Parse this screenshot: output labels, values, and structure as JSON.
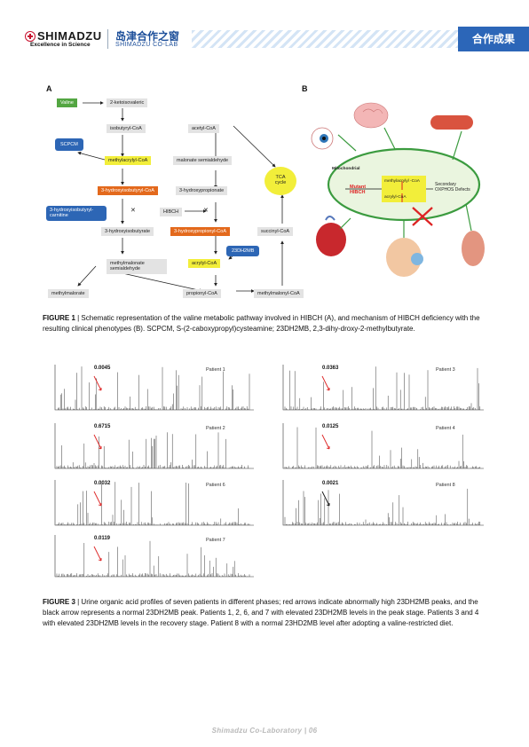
{
  "header": {
    "brand": "SHIMADZU",
    "tagline": "Excellence in Science",
    "lab_cn": "岛津合作之窗",
    "lab_en": "SHIMADZU CO-LAB",
    "badge": "合作成果"
  },
  "figure1": {
    "panel_a_label": "A",
    "panel_b_label": "B",
    "pathway": {
      "valine": "Valine",
      "ketoisovaleric": "2-ketoisovaleric",
      "isobutyryl_coa": "isobutyryl-CoA",
      "acetyl_coa": "acetyl-CoA",
      "scpcm": "SCPCM",
      "methylacrylyl_coa": "methylacrylyl-CoA",
      "malonate_semialdehyde": "malonate semialdehyde",
      "tca_cycle": "TCA cycle",
      "hydroxyisobutyryl_coa": "3-hydroxyisobutyryl-CoA",
      "hydroxypropionate": "3-hydroxypropionate",
      "hydroxyisobutyryl_carnitine": "3-hydroxyisobutyryl-carnitine",
      "hibch": "HIBCH",
      "hydroxyisobutyrate": "3-hydroxyisobutyrate",
      "hydroxypropionyl_coa": "3-hydroxypropionyl-CoA",
      "succinyl_coa": "succinyl-CoA",
      "dhmb": "23DH2MB",
      "methylmalonate_semialdehyde": "methylmalonate semialdehyde",
      "acrylyl_coa": "acrylyl-CoA",
      "methylmalorate": "methylmalorate",
      "propionyl_coa": "propionyl-CoA",
      "methylmalonyl_coa": "methylmalonyl-CoA",
      "cross": "✕"
    },
    "mechanism": {
      "mitochondrial": "Mitochondrial",
      "mutant_hibch": "Mutant HIBCH",
      "methylacrylyl_coa": "methylacrylyl -CoA",
      "acrylyl_coa": "acrylyl-CoA",
      "secondary_oxphos": "Secondary OXPHOS Defects"
    },
    "caption_label": "FIGURE 1",
    "caption_text": " | Schematic representation of the valine metabolic pathway involved in HIBCH (A), and mechanism of HIBCH deficiency with the resulting clinical phenotypes (B). SCPCM, S-(2-caboxypropyl)cysteamine; 23DH2MB, 2,3-dihy-droxy-2-methylbutyrate."
  },
  "figure3": {
    "panels": [
      {
        "value": "0.0045",
        "patient": "Patient 1"
      },
      {
        "value": "0.0363",
        "patient": "Patient 3"
      },
      {
        "value": "0.6715",
        "patient": "Patient 2"
      },
      {
        "value": "0.0125",
        "patient": "Patient 4"
      },
      {
        "value": "0.0032",
        "patient": "Patient 6"
      },
      {
        "value": "0.0021",
        "patient": "Patient 8"
      },
      {
        "value": "0.0119",
        "patient": "Patient 7"
      }
    ],
    "caption_label": "FIGURE 3",
    "caption_text": " | Urine organic acid profiles of seven patients in different phases; red arrows indicate abnormally high 23DH2MB peaks, and the black arrow represents a normal 23DH2MB peak. Patients 1, 2, 6, and 7 with elevated 23DH2MB levels in the peak stage. Patients 3 and 4 with elevated 23DH2MB levels in the recovery stage. Patient 8 with a normal 23HD2MB level after adopting a valine-restricted diet."
  },
  "footer": "Shimadzu Co-Laboratory | 06"
}
